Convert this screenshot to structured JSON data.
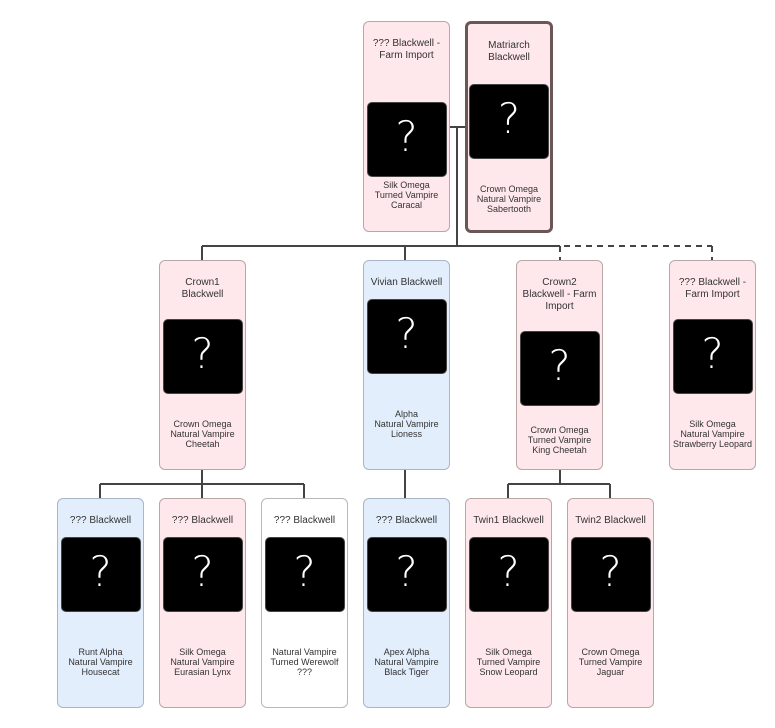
{
  "people": [
    {
      "id": "p1",
      "name": "??? Blackwell - Farm Import",
      "placeholder": "?",
      "traits": [
        "Silk Omega",
        "Turned Vampire",
        "Caracal"
      ],
      "color": "#ffe8ec"
    },
    {
      "id": "p2",
      "name": "Matriarch Blackwell",
      "placeholder": "?",
      "traits": [
        "Crown Omega",
        "Natural Vampire",
        "Sabertooth"
      ],
      "color": "#ffe8ec"
    },
    {
      "id": "c1",
      "name": "Crown1 Blackwell",
      "placeholder": "?",
      "traits": [
        "Crown Omega",
        "Natural Vampire",
        "Cheetah"
      ],
      "color": "#ffe8ec"
    },
    {
      "id": "c2",
      "name": "Vivian Blackwell",
      "placeholder": "?",
      "traits": [
        "Alpha",
        "Natural Vampire",
        "Lioness"
      ],
      "color": "#e2eefc"
    },
    {
      "id": "c3",
      "name": "Crown2 Blackwell - Farm Import",
      "placeholder": "?",
      "traits": [
        "Crown Omega",
        "Turned Vampire",
        "King Cheetah"
      ],
      "color": "#ffe8ec"
    },
    {
      "id": "c4",
      "name": "??? Blackwell - Farm Import",
      "placeholder": "?",
      "traits": [
        "Silk Omega",
        "Natural Vampire",
        "Strawberry Leopard"
      ],
      "color": "#ffe8ec"
    },
    {
      "id": "g1",
      "name": "??? Blackwell",
      "placeholder": "?",
      "traits": [
        "Runt Alpha",
        "Natural Vampire",
        "Housecat"
      ],
      "color": "#e2eefc"
    },
    {
      "id": "g2",
      "name": "??? Blackwell",
      "placeholder": "?",
      "traits": [
        "Silk Omega",
        "Natural Vampire",
        "Eurasian Lynx"
      ],
      "color": "#ffe8ec"
    },
    {
      "id": "g3",
      "name": "??? Blackwell",
      "placeholder": "?",
      "traits": [
        "Natural Vampire",
        "Turned Werewolf",
        "???"
      ],
      "color": "#ffffff"
    },
    {
      "id": "g4",
      "name": "??? Blackwell",
      "placeholder": "?",
      "traits": [
        "Apex Alpha",
        "Natural Vampire",
        "Black Tiger"
      ],
      "color": "#e2eefc"
    },
    {
      "id": "g5",
      "name": "Twin1 Blackwell",
      "placeholder": "?",
      "traits": [
        "Silk Omega",
        "Turned Vampire",
        "Snow Leopard"
      ],
      "color": "#ffe8ec"
    },
    {
      "id": "g6",
      "name": "Twin2 Blackwell",
      "placeholder": "?",
      "traits": [
        "Crown Omega",
        "Turned Vampire",
        "Jaguar"
      ],
      "color": "#ffe8ec"
    }
  ]
}
